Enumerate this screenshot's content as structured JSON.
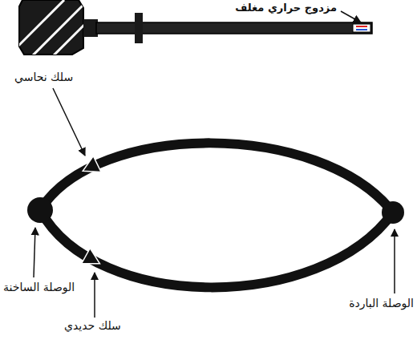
{
  "diagram": {
    "labels": [
      "مزدوج حراري مغلف",
      "سلك نحاسي",
      "الوصلة الساخنة",
      "سلك حديدي",
      "الوصلة الباردة"
    ]
  }
}
